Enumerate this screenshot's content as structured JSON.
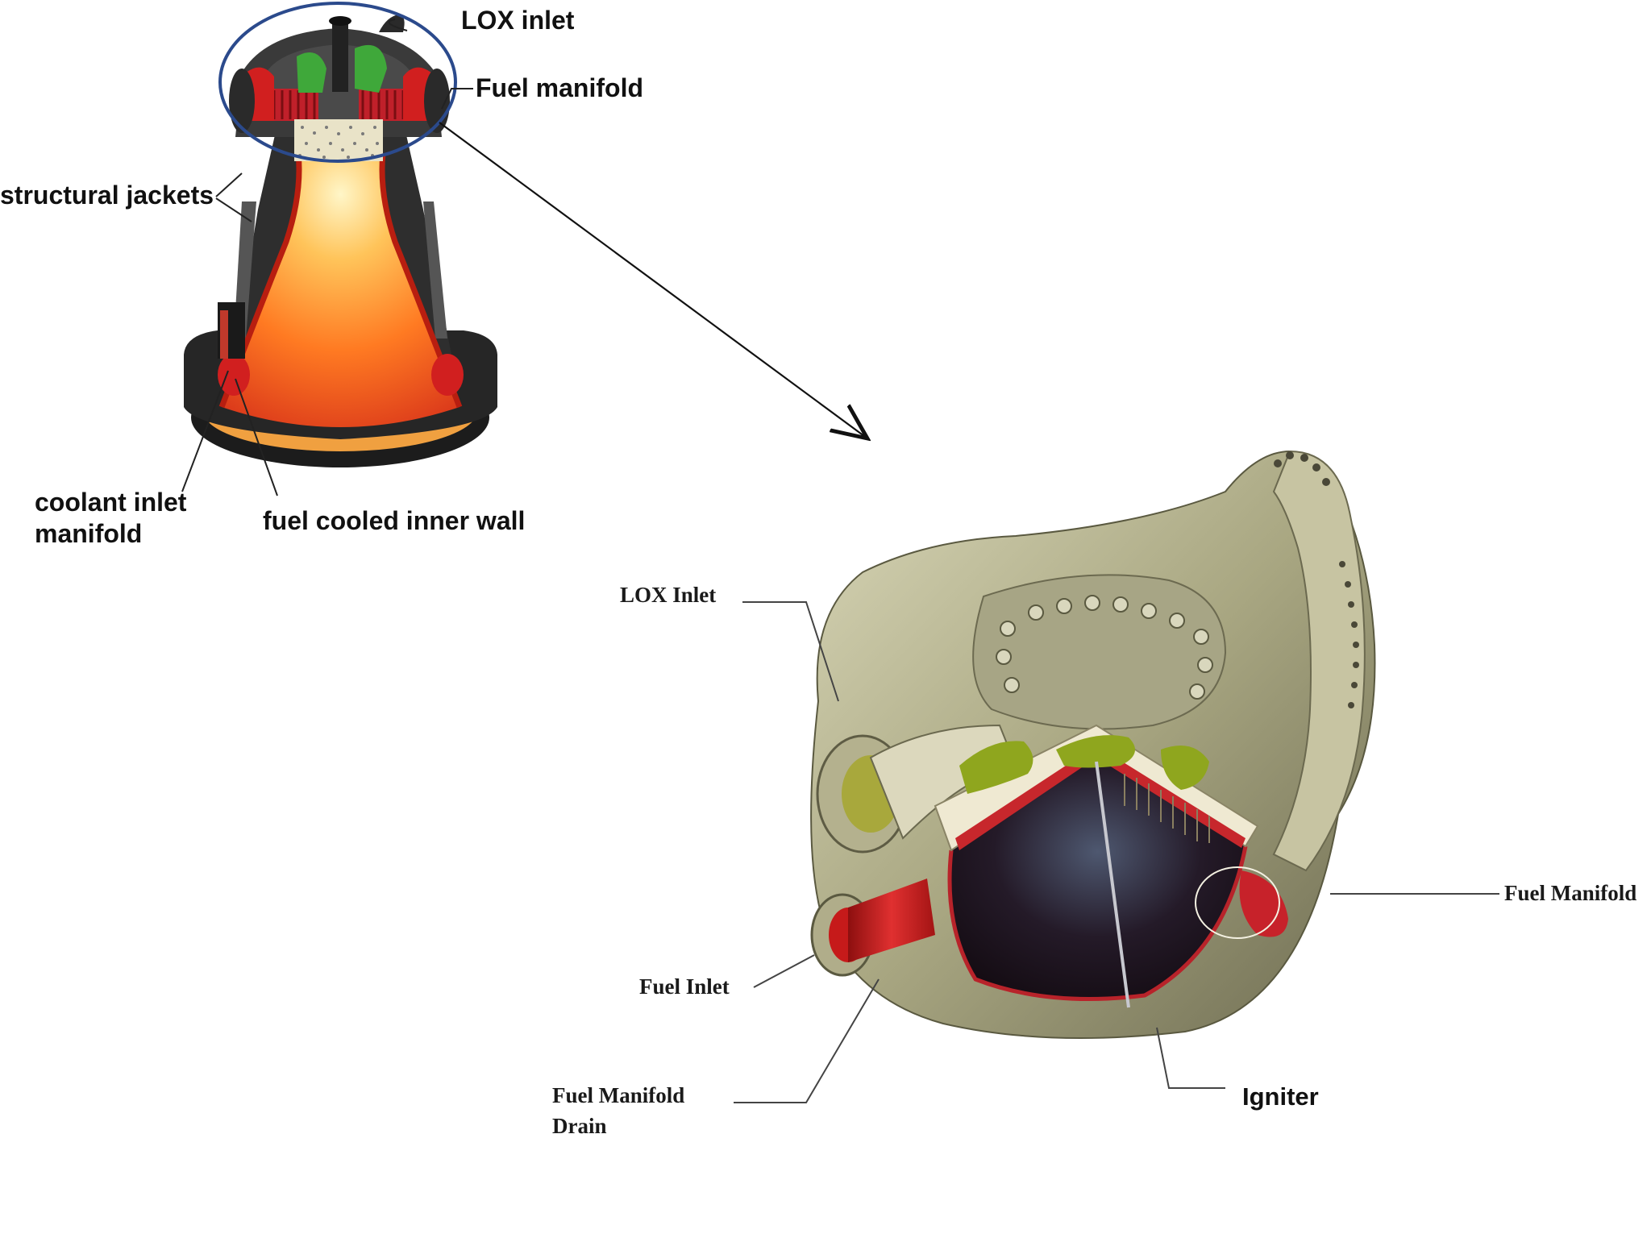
{
  "engine": {
    "labels": {
      "lox_inlet": "LOX inlet",
      "fuel_manifold": "Fuel manifold",
      "structural_jackets": "structural jackets",
      "coolant_inlet_manifold": "coolant inlet manifold",
      "fuel_cooled_inner_wall": "fuel cooled inner wall"
    }
  },
  "injector": {
    "labels": {
      "lox_inlet": "LOX Inlet",
      "fuel_manifold": "Fuel Manifold",
      "fuel_inlet": "Fuel Inlet",
      "fuel_manifold_drain": "Fuel Manifold Drain",
      "igniter": "Igniter"
    }
  },
  "colors": {
    "flame_core": "#fff6c8",
    "flame_mid": "#ff9a2a",
    "flame_outer": "#e2451c",
    "metal_dark": "#2a2a2a",
    "fuel_red": "#cc1a1a",
    "lox_green": "#3fa83a",
    "housing_olive": "#b8b58e",
    "highlight_ellipse": "#2b4a8c"
  }
}
